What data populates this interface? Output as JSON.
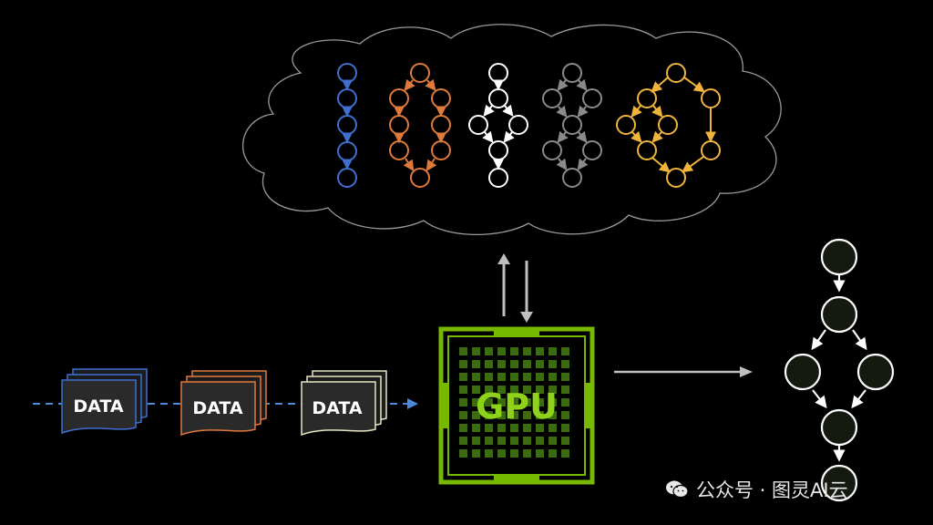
{
  "data_labels": [
    "DATA",
    "DATA",
    "DATA"
  ],
  "gpu_label": "GPU",
  "watermark": "公众号 · 图灵AI云",
  "colors": {
    "background": "#000000",
    "cloud_stroke": "#9a9a9a",
    "graph_blue": "#3f6fd0",
    "graph_orange": "#e07a3a",
    "graph_white": "#ffffff",
    "graph_gray": "#8a8a8a",
    "graph_yellow": "#f0b43a",
    "doc_blue": "#3f6fd0",
    "doc_orange": "#e07a3a",
    "doc_cream": "#e8e4c4",
    "gpu_green": "#76b900",
    "arrow_gray": "#bfbfbf",
    "dashed_blue": "#4a8ad8"
  },
  "icons": [
    "wechat-icon",
    "arrow-up-icon",
    "arrow-down-icon",
    "arrow-right-icon"
  ]
}
